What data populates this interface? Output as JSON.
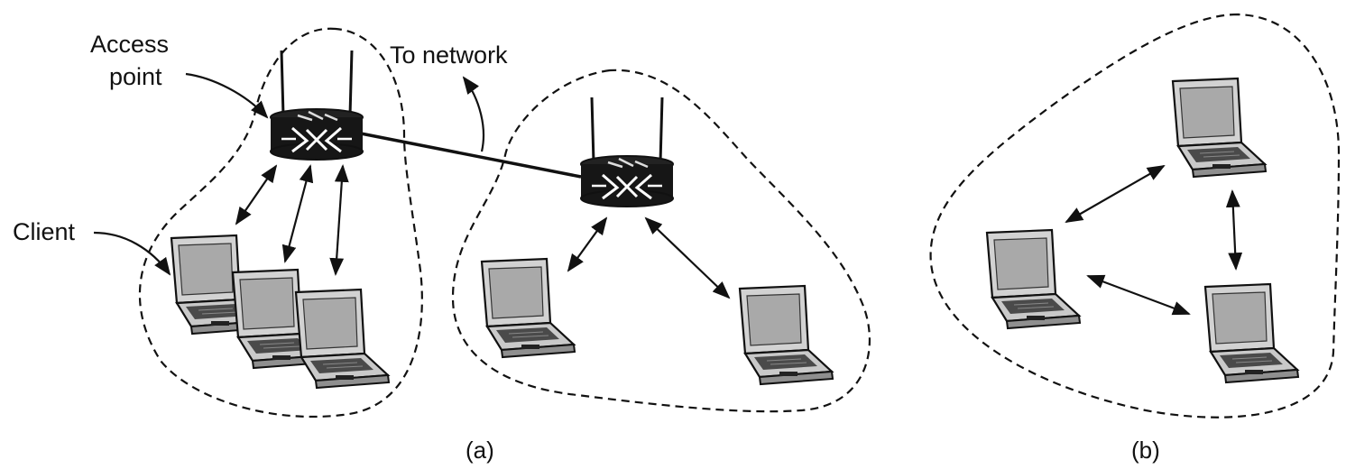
{
  "labels": {
    "access_point": [
      "Access",
      "point"
    ],
    "to_network": "To network",
    "client": "Client"
  },
  "captions": {
    "a": "(a)",
    "b": "(b)"
  },
  "colors": {
    "ink": "#111111",
    "screen": "#b4b4b4",
    "body": "#cfcfcf",
    "router": "#161616"
  },
  "icons": {
    "router": "wireless-router-icon",
    "laptop": "laptop-icon",
    "arrow": "double-headed-arrow"
  }
}
